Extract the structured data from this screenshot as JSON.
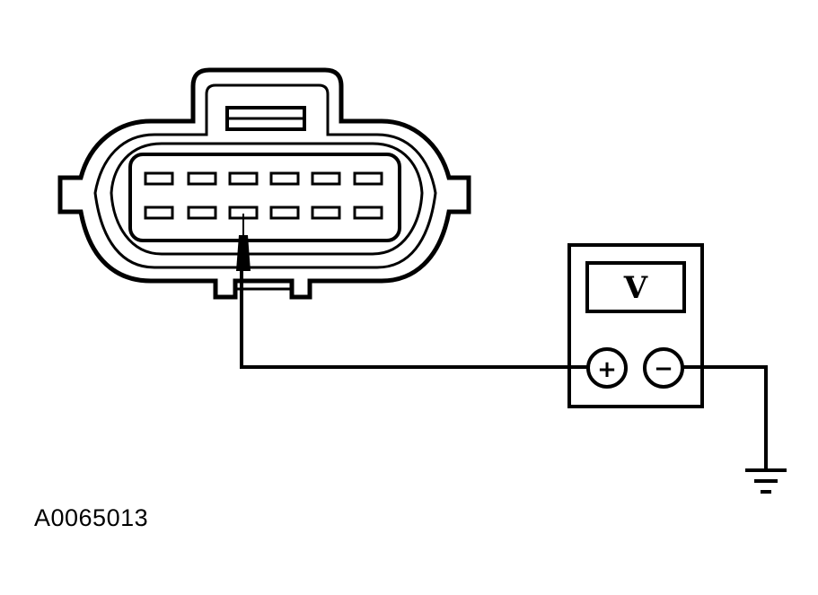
{
  "figure": {
    "id_label": "A0065013"
  },
  "meter": {
    "display_symbol": "V",
    "positive_terminal": "+",
    "negative_terminal": "−"
  },
  "connector": {
    "pin_rows": 2,
    "pins_per_row": 6,
    "probed_pin": {
      "row": 2,
      "position": 3
    }
  },
  "colors": {
    "line": "#000000",
    "background": "#ffffff"
  }
}
